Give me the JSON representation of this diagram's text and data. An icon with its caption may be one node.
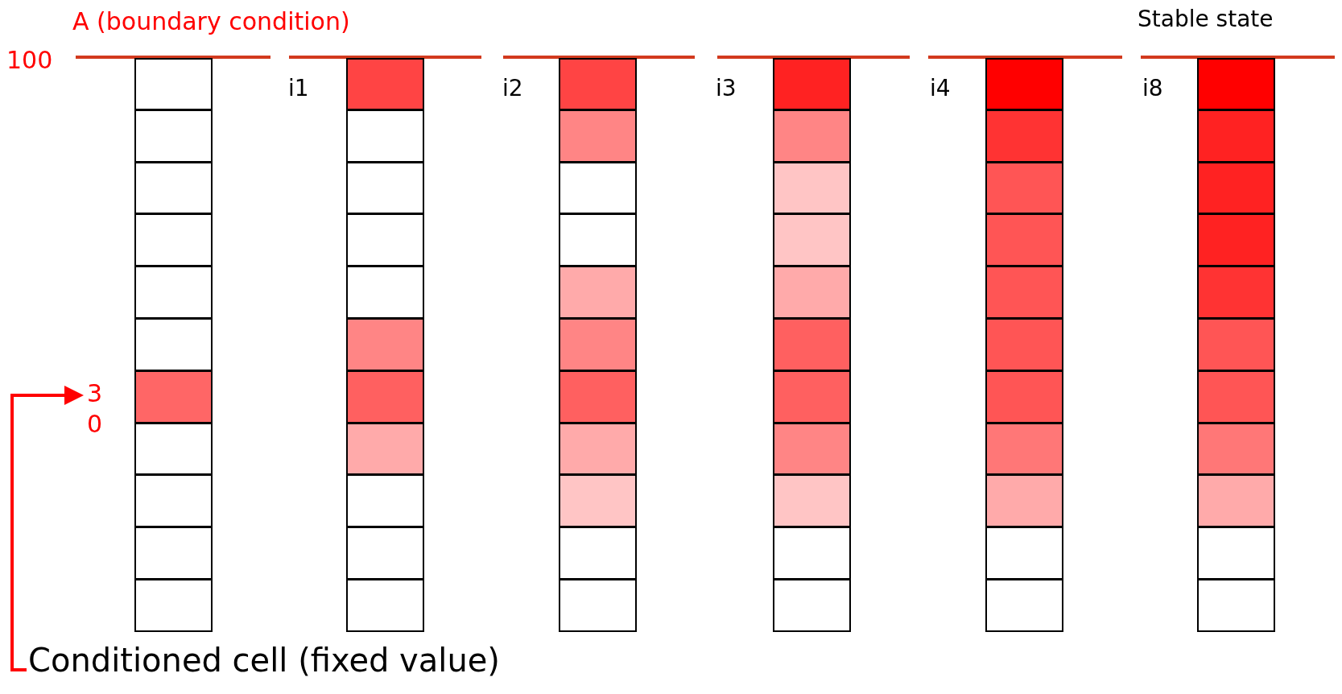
{
  "diagram": {
    "nodes": [
      {
        "text": [
          "Conditioned cell (fixed value)"
        ]
      },
      {
        "text": [
          "3"
        ]
      }
    ],
    "edges": [
      {
        "from": 0,
        "to": 1,
        "arrow": "to"
      }
    ],
    "labels": [
      "A (boundary condition)",
      "Stable state",
      "100",
      "i1",
      "i2",
      "i3",
      "i4",
      "i8",
      "0"
    ]
  }
}
